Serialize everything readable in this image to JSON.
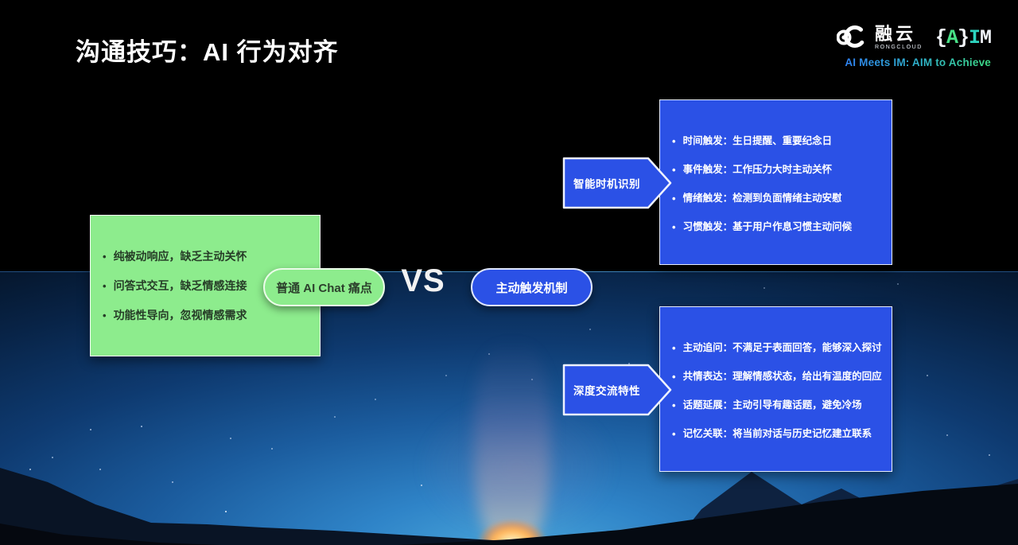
{
  "slide": {
    "title": "沟通技巧：AI 行为对齐"
  },
  "logo": {
    "brand_cn": "融云",
    "brand_en": "RONGCLOUD",
    "aim": {
      "brace_left": "{",
      "letter_a": "A",
      "brace_right": "}",
      "letter_i": "I",
      "letter_m": "M"
    },
    "tagline": "AI Meets IM: AIM to Achieve"
  },
  "comparison": {
    "left": {
      "label": "普通 AI Chat 痛点",
      "points": [
        "纯被动响应，缺乏主动关怀",
        "问答式交互，缺乏情感连接",
        "功能性导向，忽视情感需求"
      ]
    },
    "vs": "VS",
    "right": {
      "label": "主动触发机制",
      "groups": [
        {
          "tag": "智能时机识别",
          "points": [
            "时间触发：生日提醒、重要纪念日",
            "事件触发：工作压力大时主动关怀",
            "情绪触发：检测到负面情绪主动安慰",
            "习惯触发：基于用户作息习惯主动问候"
          ]
        },
        {
          "tag": "深度交流特性",
          "points": [
            "主动追问：不满足于表面回答，能够深入探讨",
            "共情表达：理解情感状态，给出有温度的回应",
            "话题延展：主动引导有趣话题，避免冷场",
            "记忆关联：将当前对话与历史记忆建立联系"
          ]
        }
      ]
    }
  },
  "colors": {
    "panel_green": "#8dec8d",
    "panel_blue": "#2b51e6",
    "aim_green": "#49e087",
    "aim_teal": "#2dd4bf",
    "tagline_blue": "#2f7df6",
    "tagline_green": "#3ddc84"
  }
}
